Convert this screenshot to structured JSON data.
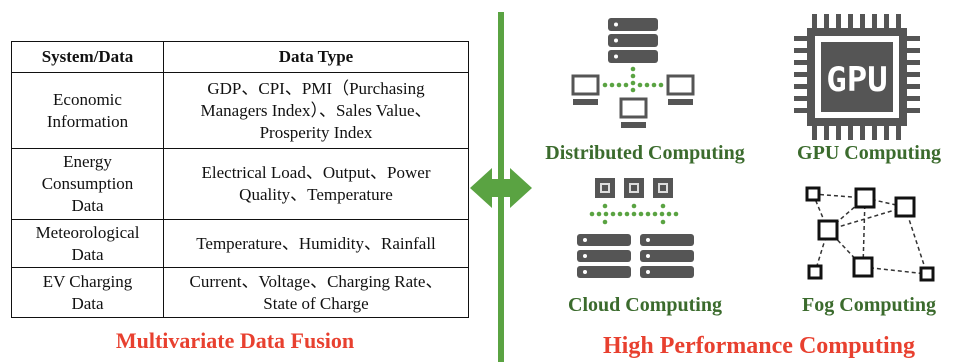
{
  "table": {
    "headers": [
      "System/Data",
      "Data Type"
    ],
    "rows": [
      {
        "system": [
          "Economic",
          "Information"
        ],
        "data_type": [
          "GDP、CPI、PMI（Purchasing",
          "Managers Index）、Sales Value、",
          "Prosperity Index"
        ]
      },
      {
        "system": [
          "Energy",
          "Consumption",
          "Data"
        ],
        "data_type": [
          "Electrical Load、Output、Power",
          "Quality、Temperature"
        ]
      },
      {
        "system": [
          "Meteorological",
          "Data"
        ],
        "data_type": [
          "Temperature、Humidity、Rainfall"
        ]
      },
      {
        "system": [
          "EV Charging",
          "Data"
        ],
        "data_type": [
          "Current、Voltage、Charging Rate、",
          "State of Charge"
        ]
      }
    ]
  },
  "left_caption": "Multivariate Data Fusion",
  "right_caption": "High Performance Computing",
  "computing": {
    "distributed": "Distributed Computing",
    "gpu": "GPU Computing",
    "gpu_chip_text": "GPU",
    "cloud": "Cloud Computing",
    "fog": "Fog Computing"
  },
  "colors": {
    "accent_green": "#5aa342",
    "label_green": "#3b6b2d",
    "caption_red": "#e8402f",
    "icon_gray": "#555555"
  }
}
